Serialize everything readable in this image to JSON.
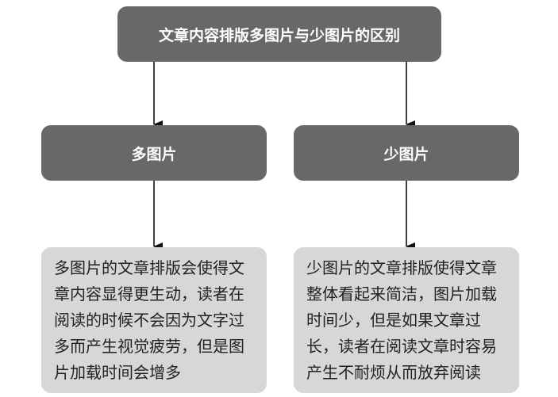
{
  "diagram": {
    "root": {
      "label": "文章内容排版多图片与少图片的区别"
    },
    "branches": [
      {
        "label": "多图片",
        "description": "多图片的文章排版会使得文章内容显得更生动，读者在阅读的时候不会因为文字过多而产生视觉疲劳，但是图片加载时间会增多"
      },
      {
        "label": "少图片",
        "description": "少图片的文章排版使得文章整体看起来简洁，图片加载时间少，但是如果文章过长，读者在阅读文章时容易产生不耐烦从而放弃阅读"
      }
    ],
    "colors": {
      "node_fill": "#686868",
      "node_text": "#ffffff",
      "desc_fill": "#d7d7d7",
      "desc_text": "#222222",
      "connector": "#111111"
    }
  }
}
